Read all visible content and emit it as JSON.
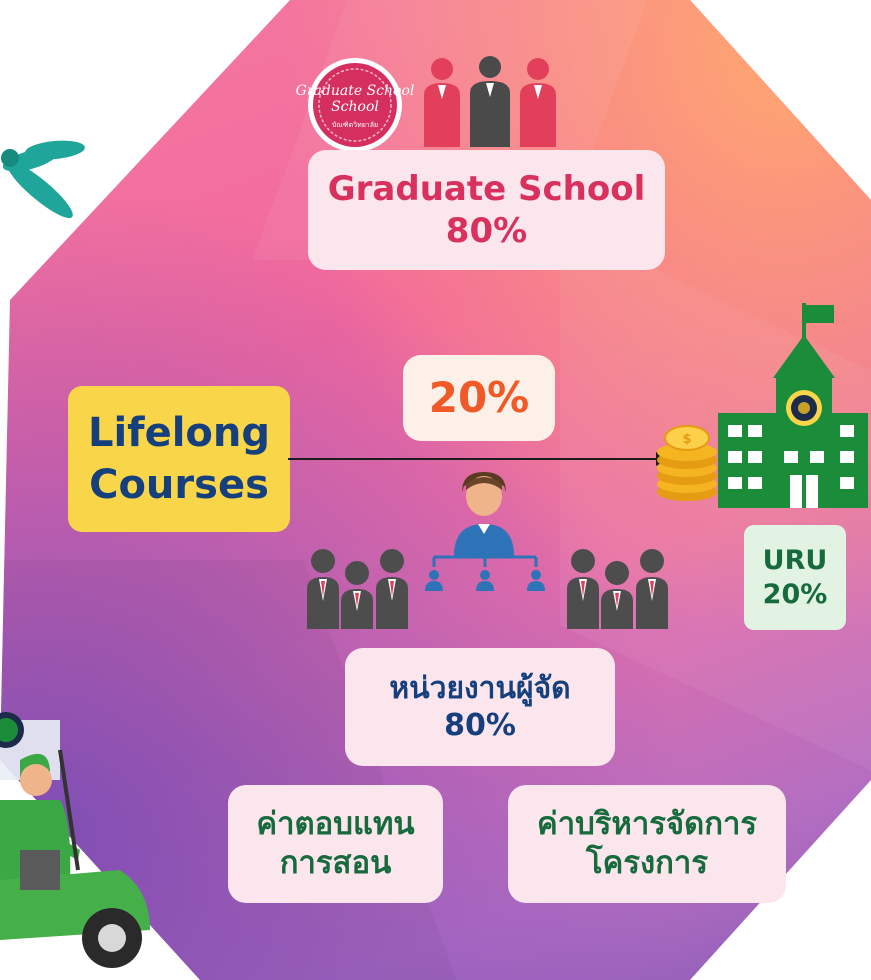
{
  "graduate_school": {
    "badge_title": "Graduate School",
    "badge_subtitle": "บัณฑิตวิทยาลัย",
    "label": "Graduate School",
    "percent": "80%"
  },
  "lifelong": {
    "line1": "Lifelong",
    "line2": "Courses"
  },
  "transfer": {
    "percent": "20%"
  },
  "uru": {
    "label": "URU",
    "percent": "20%"
  },
  "organizer": {
    "label": "หน่วยงานผู้จัด",
    "percent": "80%"
  },
  "fees": {
    "teaching_line1": "ค่าตอบแทน",
    "teaching_line2": "การสอน",
    "admin_line1": "ค่าบริหารจัดการ",
    "admin_line2": "โครงการ"
  },
  "colors": {
    "graduate_red": "#d9315d",
    "navy": "#16407d",
    "orange": "#f05a28",
    "green": "#166a3b",
    "yellow": "#f9d54a"
  },
  "icons": [
    "graduate-school-badge-icon",
    "group-of-people-icon",
    "coins-icon",
    "university-building-icon",
    "manager-icon",
    "organization-chart-icon",
    "team-people-icon",
    "dragonfly-icon",
    "delivery-scooter-icon"
  ]
}
